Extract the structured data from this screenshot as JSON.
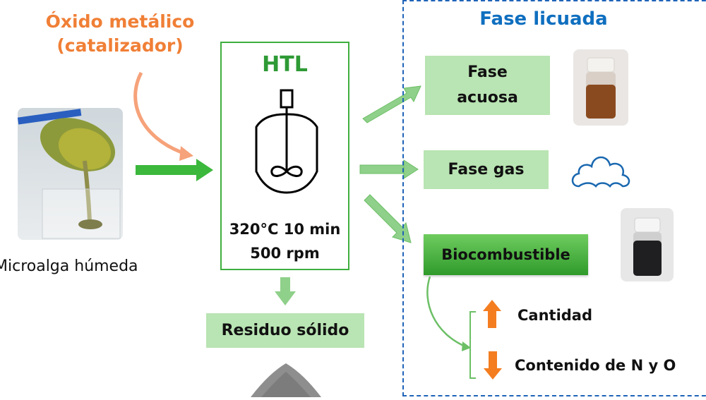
{
  "catalyst": {
    "line1": "Óxido metálico",
    "line2": "(catalizador)",
    "color": "#f07f36"
  },
  "feedstock": {
    "caption": "Microalga húmeda",
    "image": "microalgae-pouring-photo"
  },
  "reactor": {
    "title": "HTL",
    "icon": "stirred-reactor-icon",
    "conditions_line1": "320°C 10 min",
    "conditions_line2": "500 rpm",
    "border_color": "#3fae3f"
  },
  "solid": {
    "label": "Residuo sólido",
    "image": "solid-residue-pile-photo"
  },
  "liquefied_phase": {
    "title": "Fase licuada",
    "title_color": "#0f6fbf",
    "aqueous": {
      "line1": "Fase",
      "line2": "acuosa",
      "image": "aqueous-phase-vial-photo"
    },
    "gas": {
      "label": "Fase gas",
      "icon": "cloud-icon"
    },
    "biofuel": {
      "label": "Biocombustible",
      "image": "biofuel-vial-photo"
    },
    "effects": [
      {
        "direction": "up",
        "label": "Cantidad"
      },
      {
        "direction": "down",
        "label": "Contenido de N y O"
      }
    ]
  }
}
